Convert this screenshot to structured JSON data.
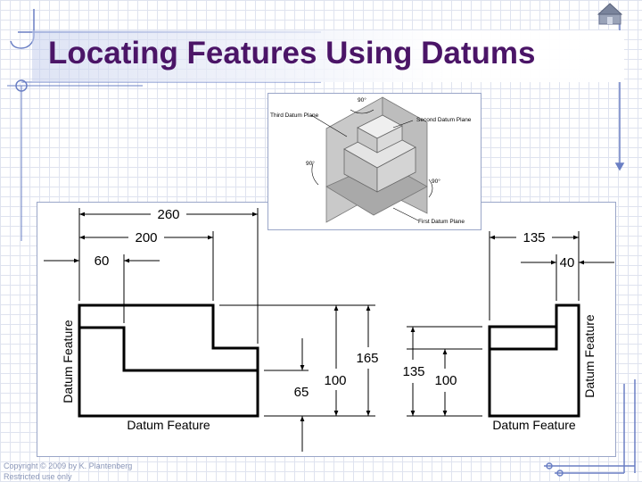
{
  "slide": {
    "title": "Locating Features Using Datums",
    "copyright_line1": "Copyright © 2009 by K. Plantenberg",
    "copyright_line2": "Restricted use only"
  },
  "drawing": {
    "dims": {
      "d260": "260",
      "d200": "200",
      "d60": "60",
      "d165": "165",
      "d100_left": "100",
      "d65": "65",
      "d135_vert": "135",
      "d100_right": "100",
      "d135_top": "135",
      "d40": "40"
    },
    "labels": {
      "datum_feature_left_vertical": "Datum Feature",
      "datum_feature_left_bottom": "Datum Feature",
      "datum_feature_right_bottom": "Datum Feature",
      "datum_feature_right_vertical": "Datum Feature"
    }
  },
  "inset": {
    "third_datum_plane": "Third Datum Plane",
    "second_datum_plane": "Second Datum Plane",
    "first_datum_plane": "First Datum Plane",
    "angle_top": "90°",
    "angle_left": "90°",
    "angle_right": "90°"
  },
  "icons": {
    "home": "home-icon"
  }
}
